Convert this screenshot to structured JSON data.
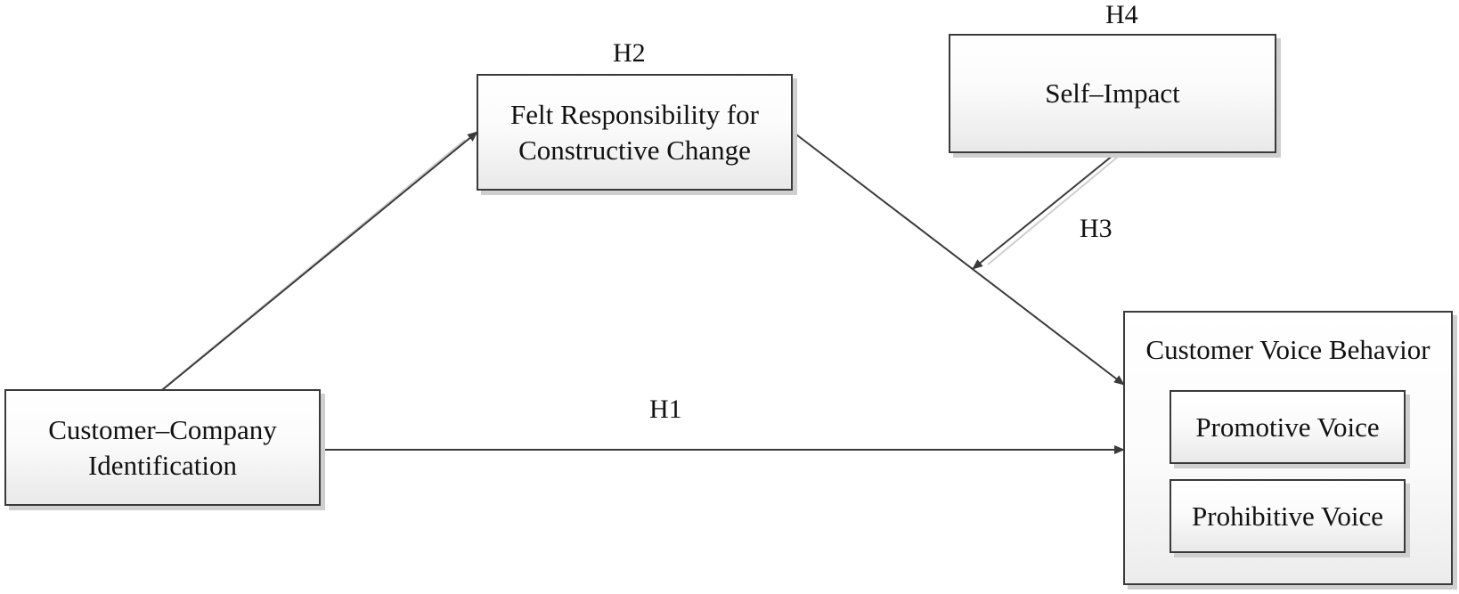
{
  "nodes": {
    "customer_company_identification": {
      "line1": "Customer–Company",
      "line2": "Identification"
    },
    "felt_responsibility": {
      "line1": "Felt Responsibility for",
      "line2": "Constructive Change"
    },
    "self_impact": {
      "label": "Self–Impact"
    },
    "customer_voice_behavior": {
      "title": "Customer Voice Behavior",
      "promotive": "Promotive Voice",
      "prohibitive": "Prohibitive Voice"
    }
  },
  "hypotheses": {
    "h1": "H1",
    "h2": "H2",
    "h3": "H3",
    "h4": "H4"
  },
  "colors": {
    "line": "#3a3a3a",
    "shadow": "#cfcfcf"
  }
}
